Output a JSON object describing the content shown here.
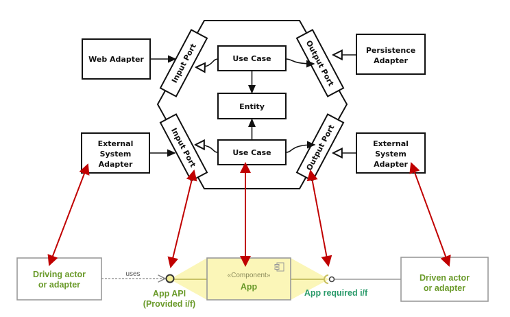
{
  "hexagon": {
    "adapters": {
      "web": "Web Adapter",
      "persistence": [
        "Persistence",
        "Adapter"
      ],
      "external_left": [
        "External",
        "System",
        "Adapter"
      ],
      "external_right": [
        "External",
        "System",
        "Adapter"
      ]
    },
    "ports": {
      "input_top": "Input Port",
      "input_bottom": "Input Port",
      "output_top": "Output Port",
      "output_bottom": "Output Port"
    },
    "core": {
      "use_case_top": "Use Case",
      "entity": "Entity",
      "use_case_bottom": "Use Case"
    }
  },
  "uml": {
    "driving": [
      "Driving actor",
      "or adapter"
    ],
    "uses_label": "uses",
    "api_label": [
      "App API",
      "(Provided i/f)"
    ],
    "component_stereotype": "«Component»",
    "component_name": "App",
    "required_label": "App required i/f",
    "driven": [
      "Driven actor",
      "or adapter"
    ]
  },
  "colors": {
    "mapping_arrow": "#c00000",
    "highlight": "#fbf7b0",
    "green_text": "#6a9a2a",
    "teal_text": "#2a9a6a"
  }
}
